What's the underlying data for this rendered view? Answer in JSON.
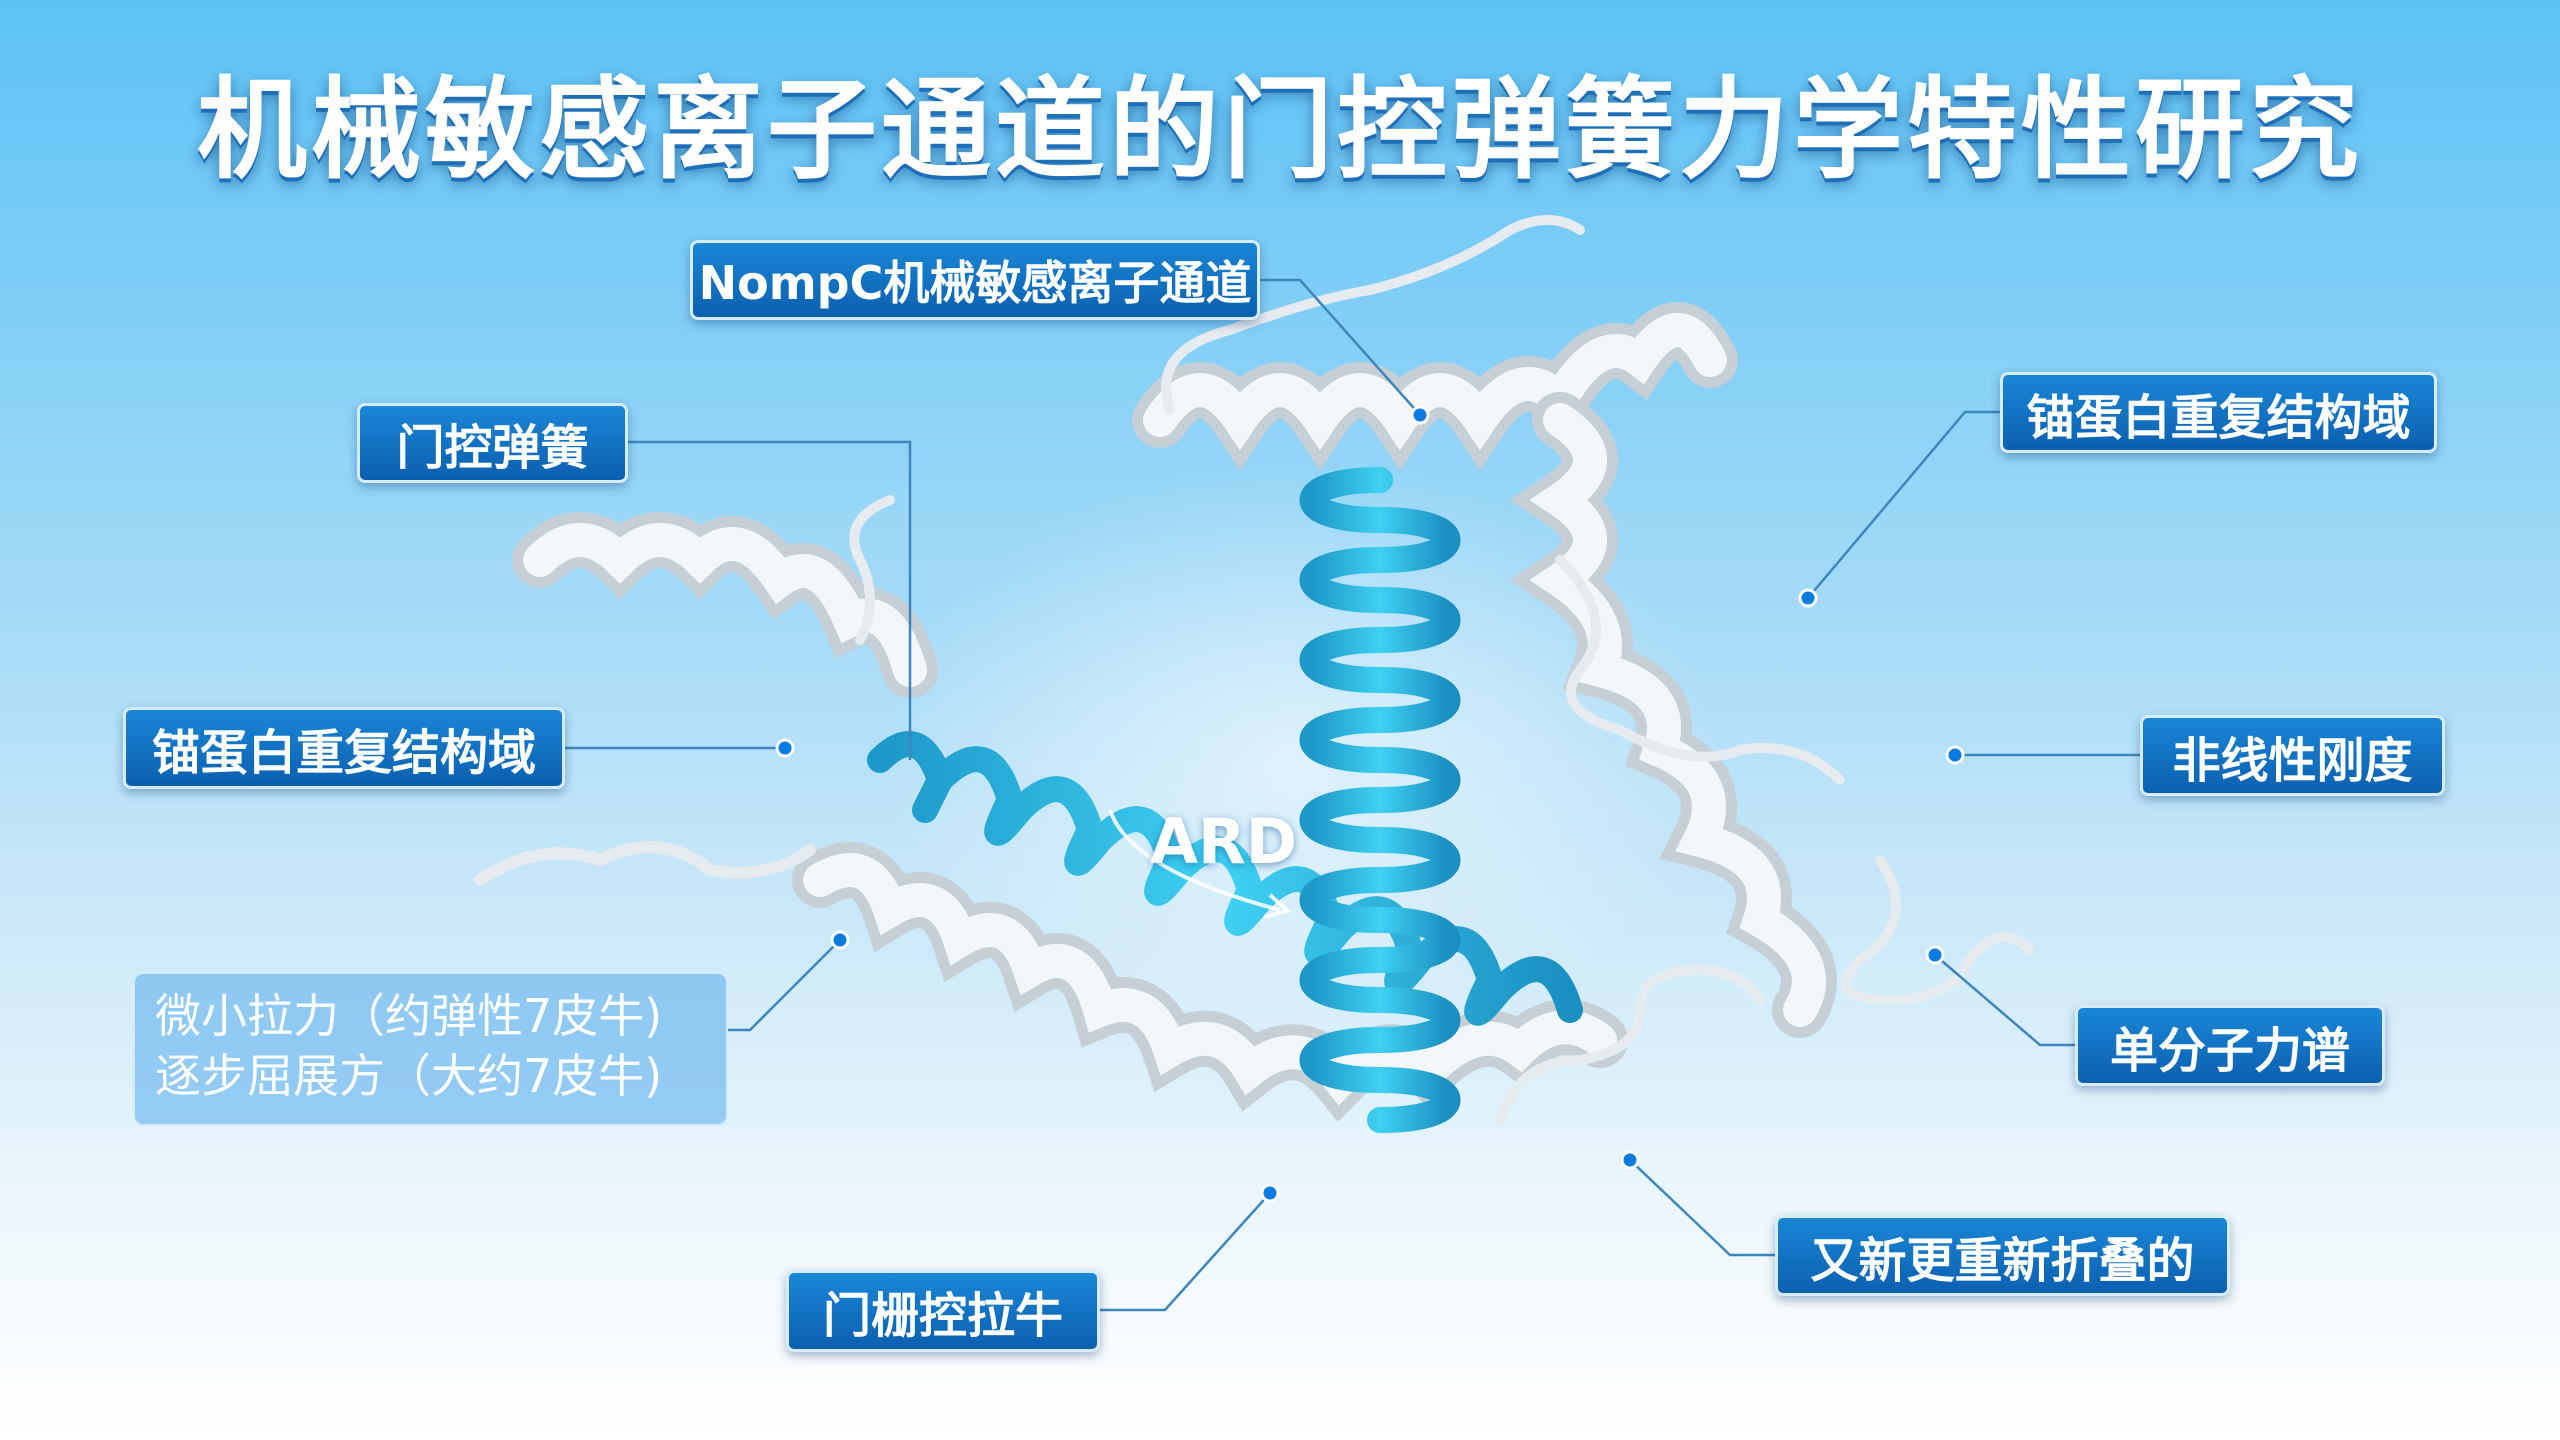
{
  "title": "机械敏感离子通道的门控弹簧力学特性研究",
  "labels": {
    "nompc": "NompC机械敏感离子通道",
    "gating_spring": "门控弹簧",
    "ankyrin_left": "锚蛋白重复结构域",
    "ankyrin_right": "锚蛋白重复结构域",
    "nonlinear_stiffness": "非线性刚度",
    "single_molecule": "单分子力谱",
    "refold": "又新更重新折叠的",
    "gating_pull": "门栅控拉牛"
  },
  "note": {
    "line1": "微小拉力（约弹性7皮牛)",
    "line2": "逐步屈展方（大约7皮牛)"
  },
  "center_label": "ARD",
  "colors": {
    "spring": "#2bb3dd",
    "ribbon": "#eef2f5",
    "label_bg": "#0c6cc4",
    "dot": "#0a7be0"
  }
}
